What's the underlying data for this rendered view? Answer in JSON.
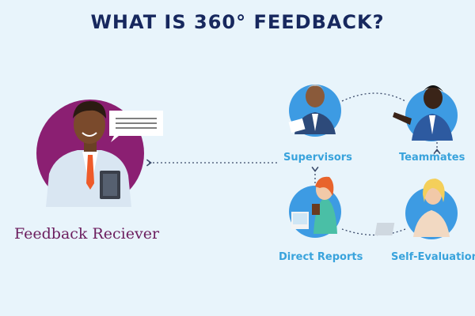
{
  "title": "WHAT IS 360° FEEDBACK?",
  "receiver": {
    "label": "Feedback Reciever",
    "icon": "receiver-person-with-speech-bubble-icon"
  },
  "nodes": [
    {
      "label": "Supervisors",
      "icon": "supervisor-person-icon"
    },
    {
      "label": "Teammates",
      "icon": "teammate-person-icon"
    },
    {
      "label": "Direct Reports",
      "icon": "direct-report-person-icon"
    },
    {
      "label": "Self-Evaluation",
      "icon": "self-evaluation-person-icon"
    }
  ],
  "colors": {
    "background": "#e8f4fb",
    "title": "#17285e",
    "node_circle": "#3d9be3",
    "node_label": "#39a3dc",
    "receiver_circle": "#8b1f72",
    "receiver_label": "#6b1d5e",
    "connector": "#3a4a6a"
  }
}
